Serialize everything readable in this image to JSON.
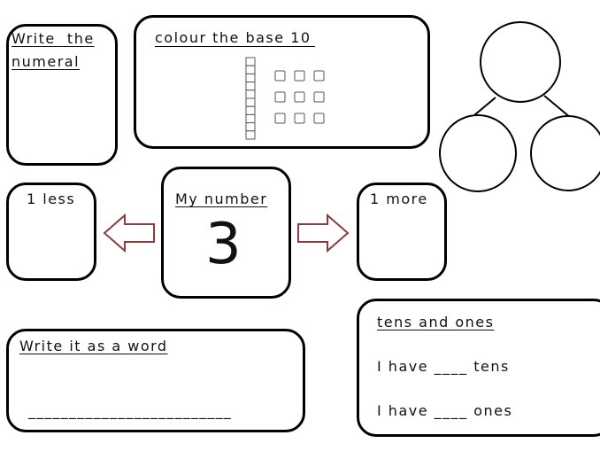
{
  "numeral_box": {
    "title_line1": "Write  the",
    "title_line2": "numeral"
  },
  "base10_box": {
    "title": "colour the base 10",
    "tens": 1,
    "ones": 9
  },
  "my_number": {
    "label": "My number",
    "value": "3"
  },
  "less_box": {
    "label": "1 less"
  },
  "more_box": {
    "label": "1 more"
  },
  "word_box": {
    "title": "Write it as a word",
    "blank": "_________________________"
  },
  "tens_ones_box": {
    "title": "tens and ones",
    "line1": "I have ____ tens",
    "line2": "I have ____ ones"
  },
  "colors": {
    "arrow": "#8b3a42",
    "border": "#000000"
  }
}
